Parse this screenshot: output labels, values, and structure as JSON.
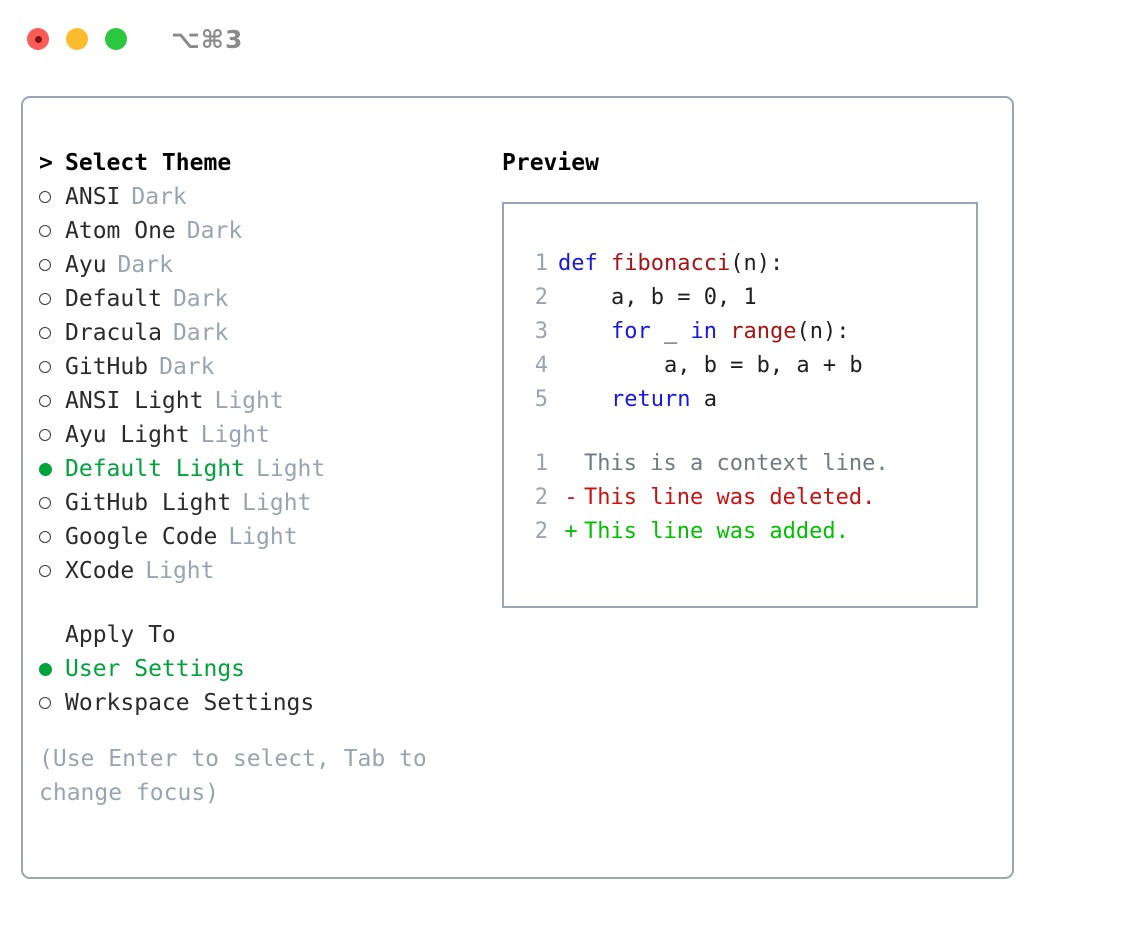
{
  "titlebar": {
    "shortcut": "⌥⌘3",
    "buttons": [
      "close",
      "minimize",
      "maximize"
    ]
  },
  "theme_picker": {
    "header_caret": ">",
    "header_label": "Select Theme",
    "items": [
      {
        "label": "ANSI",
        "tag": "Dark",
        "selected": false
      },
      {
        "label": "Atom One",
        "tag": "Dark",
        "selected": false
      },
      {
        "label": "Ayu",
        "tag": "Dark",
        "selected": false
      },
      {
        "label": "Default",
        "tag": "Dark",
        "selected": false
      },
      {
        "label": "Dracula",
        "tag": "Dark",
        "selected": false
      },
      {
        "label": "GitHub",
        "tag": "Dark",
        "selected": false
      },
      {
        "label": "ANSI Light",
        "tag": "Light",
        "selected": false
      },
      {
        "label": "Ayu Light",
        "tag": "Light",
        "selected": false
      },
      {
        "label": "Default Light",
        "tag": "Light",
        "selected": true
      },
      {
        "label": "GitHub Light",
        "tag": "Light",
        "selected": false
      },
      {
        "label": "Google Code",
        "tag": "Light",
        "selected": false
      },
      {
        "label": "XCode",
        "tag": "Light",
        "selected": false
      }
    ]
  },
  "apply_to": {
    "title": "Apply To",
    "options": [
      {
        "label": "User Settings",
        "selected": true
      },
      {
        "label": "Workspace Settings",
        "selected": false
      }
    ]
  },
  "hint": "(Use Enter to select, Tab to change focus)",
  "preview": {
    "title": "Preview",
    "code_lines": [
      {
        "number": "1",
        "tokens": [
          {
            "text": "def ",
            "style": "kw"
          },
          {
            "text": "fibonacci",
            "style": "fn"
          },
          {
            "text": "(n):",
            "style": "plain"
          }
        ]
      },
      {
        "number": "2",
        "tokens": [
          {
            "text": "    a, b = 0, 1",
            "style": "plain"
          }
        ]
      },
      {
        "number": "3",
        "tokens": [
          {
            "text": "    ",
            "style": "plain"
          },
          {
            "text": "for",
            "style": "kw"
          },
          {
            "text": " _ ",
            "style": "plain"
          },
          {
            "text": "in",
            "style": "kw"
          },
          {
            "text": " ",
            "style": "plain"
          },
          {
            "text": "range",
            "style": "fn"
          },
          {
            "text": "(n):",
            "style": "plain"
          }
        ]
      },
      {
        "number": "4",
        "tokens": [
          {
            "text": "        a, b = b, a + b",
            "style": "plain"
          }
        ]
      },
      {
        "number": "5",
        "tokens": [
          {
            "text": "    ",
            "style": "plain"
          },
          {
            "text": "return",
            "style": "kw"
          },
          {
            "text": " a",
            "style": "plain"
          }
        ]
      }
    ],
    "diff_lines": [
      {
        "number": "1",
        "marker": " ",
        "text": "This is a context line.",
        "style": "ctx"
      },
      {
        "number": "2",
        "marker": "-",
        "text": "This line was deleted.",
        "style": "del"
      },
      {
        "number": "2",
        "marker": "+",
        "text": "This line was added.",
        "style": "add"
      }
    ]
  },
  "colors": {
    "accent_green": "#00a33c",
    "border": "#9aa5b5",
    "dim_text": "#9aa3b2",
    "keyword_blue": "#1818e0",
    "function_red": "#a81414",
    "diff_add": "#00c000",
    "diff_del": "#cc1111"
  }
}
